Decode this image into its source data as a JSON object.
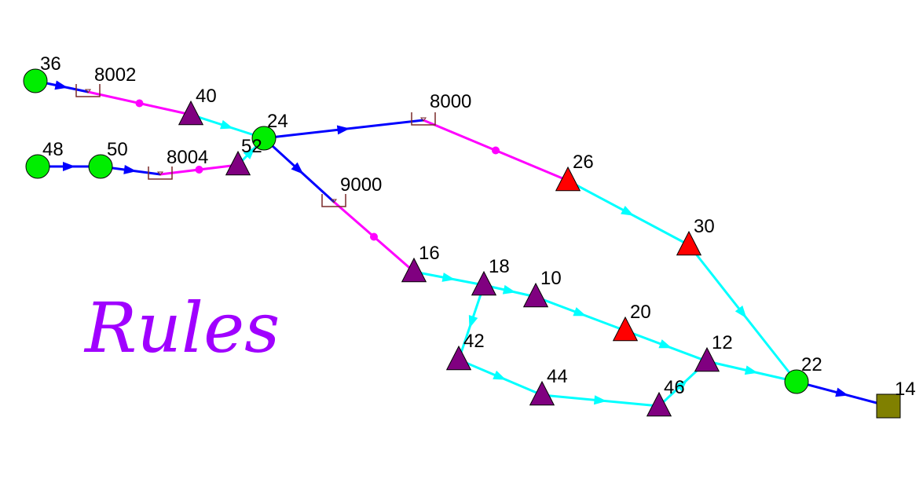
{
  "title": "Rules",
  "colors": {
    "pump": "#0000ff",
    "valve": "#ff00ff",
    "pipe": "#00ffff",
    "junction": "#00ee00",
    "triangle_purple": "#800080",
    "triangle_red": "#ff0000",
    "tank": "#808000",
    "valve_symbol": "#7a2a2a",
    "title": "#a000ff"
  },
  "nodes": [
    {
      "id": "36",
      "label": "36",
      "shape": "circle",
      "color": "junction"
    },
    {
      "id": "48",
      "label": "48",
      "shape": "circle",
      "color": "junction"
    },
    {
      "id": "50",
      "label": "50",
      "shape": "circle",
      "color": "junction"
    },
    {
      "id": "24",
      "label": "24",
      "shape": "circle",
      "color": "junction"
    },
    {
      "id": "22",
      "label": "22",
      "shape": "circle",
      "color": "junction"
    },
    {
      "id": "40",
      "label": "40",
      "shape": "triangle",
      "color": "triangle_purple"
    },
    {
      "id": "52",
      "label": "52",
      "shape": "triangle",
      "color": "triangle_purple"
    },
    {
      "id": "16",
      "label": "16",
      "shape": "triangle",
      "color": "triangle_purple"
    },
    {
      "id": "18",
      "label": "18",
      "shape": "triangle",
      "color": "triangle_purple"
    },
    {
      "id": "10",
      "label": "10",
      "shape": "triangle",
      "color": "triangle_purple"
    },
    {
      "id": "42",
      "label": "42",
      "shape": "triangle",
      "color": "triangle_purple"
    },
    {
      "id": "44",
      "label": "44",
      "shape": "triangle",
      "color": "triangle_purple"
    },
    {
      "id": "46",
      "label": "46",
      "shape": "triangle",
      "color": "triangle_purple"
    },
    {
      "id": "12",
      "label": "12",
      "shape": "triangle",
      "color": "triangle_purple"
    },
    {
      "id": "26",
      "label": "26",
      "shape": "triangle",
      "color": "triangle_red"
    },
    {
      "id": "30",
      "label": "30",
      "shape": "triangle",
      "color": "triangle_red"
    },
    {
      "id": "20",
      "label": "20",
      "shape": "triangle",
      "color": "triangle_red"
    },
    {
      "id": "14",
      "label": "14",
      "shape": "square",
      "color": "tank"
    },
    {
      "id": "8002",
      "label": "8002",
      "shape": "valve",
      "color": "valve_symbol"
    },
    {
      "id": "8004",
      "label": "8004",
      "shape": "valve",
      "color": "valve_symbol"
    },
    {
      "id": "8000",
      "label": "8000",
      "shape": "valve",
      "color": "valve_symbol"
    },
    {
      "id": "9000",
      "label": "9000",
      "shape": "valve",
      "color": "valve_symbol"
    }
  ],
  "links": [
    {
      "from": "36",
      "to": "8002",
      "type": "pump"
    },
    {
      "from": "8002",
      "to": "40",
      "type": "valve"
    },
    {
      "from": "40",
      "to": "24",
      "type": "pipe"
    },
    {
      "from": "48",
      "to": "50",
      "type": "pump"
    },
    {
      "from": "50",
      "to": "8004",
      "type": "pump"
    },
    {
      "from": "8004",
      "to": "52",
      "type": "valve"
    },
    {
      "from": "52",
      "to": "24",
      "type": "pipe"
    },
    {
      "from": "24",
      "to": "8000",
      "type": "pump"
    },
    {
      "from": "8000",
      "to": "26",
      "type": "valve"
    },
    {
      "from": "26",
      "to": "30",
      "type": "pipe"
    },
    {
      "from": "30",
      "to": "22",
      "type": "pipe"
    },
    {
      "from": "24",
      "to": "9000",
      "type": "pump"
    },
    {
      "from": "9000",
      "to": "16",
      "type": "valve"
    },
    {
      "from": "16",
      "to": "18",
      "type": "pipe"
    },
    {
      "from": "18",
      "to": "10",
      "type": "pipe"
    },
    {
      "from": "10",
      "to": "20",
      "type": "pipe"
    },
    {
      "from": "20",
      "to": "12",
      "type": "pipe"
    },
    {
      "from": "12",
      "to": "22",
      "type": "pipe"
    },
    {
      "from": "18",
      "to": "42",
      "type": "pipe"
    },
    {
      "from": "42",
      "to": "44",
      "type": "pipe"
    },
    {
      "from": "44",
      "to": "46",
      "type": "pipe"
    },
    {
      "from": "46",
      "to": "12",
      "type": "pipe"
    },
    {
      "from": "22",
      "to": "14",
      "type": "pump"
    }
  ]
}
